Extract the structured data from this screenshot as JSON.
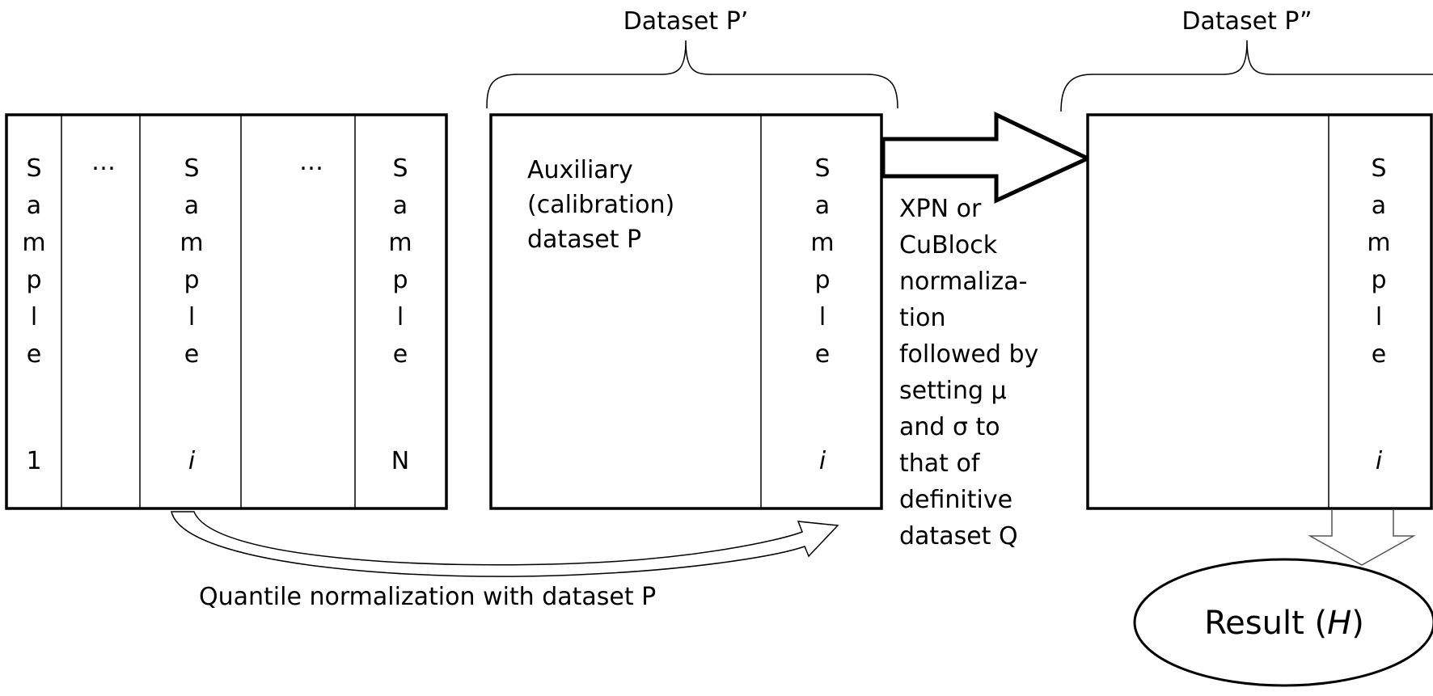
{
  "dataset_p_prime_label": "Dataset P’",
  "dataset_p_double_prime_label": "Dataset P”",
  "source_block": {
    "columns": [
      {
        "label": "Sample",
        "index": "1"
      },
      {
        "label": "…",
        "index": ""
      },
      {
        "label": "Sample",
        "index": "i"
      },
      {
        "label": "…",
        "index": ""
      },
      {
        "label": "Sample",
        "index": "N"
      }
    ]
  },
  "auxiliary_block": {
    "description_lines": [
      "Auxiliary",
      "(calibration)",
      "dataset P"
    ],
    "sample_label": "Sample",
    "sample_index": "i"
  },
  "result_block": {
    "sample_label": "Sample",
    "sample_index": "i"
  },
  "quantile_label": "Quantile normalization with dataset P",
  "xpn_lines": [
    "XPN or",
    "CuBlock",
    "normaliza-",
    "tion",
    "followed by",
    "setting μ",
    "and σ to",
    "that of",
    "definitive",
    "dataset Q"
  ],
  "result": {
    "prefix": "Result (",
    "symbol": "H",
    "suffix": ")"
  }
}
